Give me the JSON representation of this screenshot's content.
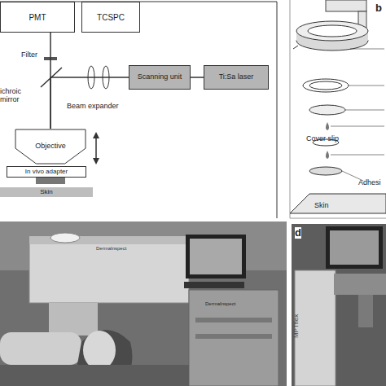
{
  "diagram": {
    "nodes": [
      {
        "text": [
          "PMT"
        ]
      },
      {
        "text": [
          "TCSPC"
        ]
      },
      {
        "text": [
          "Scanning unit"
        ]
      },
      {
        "text": [
          "Ti:Sa laser"
        ]
      },
      {
        "text": [
          "Objective"
        ]
      },
      {
        "text": [
          "In vivo adapter"
        ]
      },
      {
        "text": [
          "Skin"
        ]
      }
    ],
    "edges": [
      {
        "from": 3,
        "to": 2,
        "arrow": "none"
      },
      {
        "from": 2,
        "to": 4,
        "arrow": "none"
      },
      {
        "from": 0,
        "to": 4,
        "arrow": "none"
      }
    ],
    "labels": [
      "Filter",
      "ichroic mirror",
      "Beam expander",
      "b",
      "Cover slip",
      "Skin",
      "Adhesi",
      "DermaInspect",
      "DermaInspect",
      "d",
      "MPTflex"
    ]
  }
}
